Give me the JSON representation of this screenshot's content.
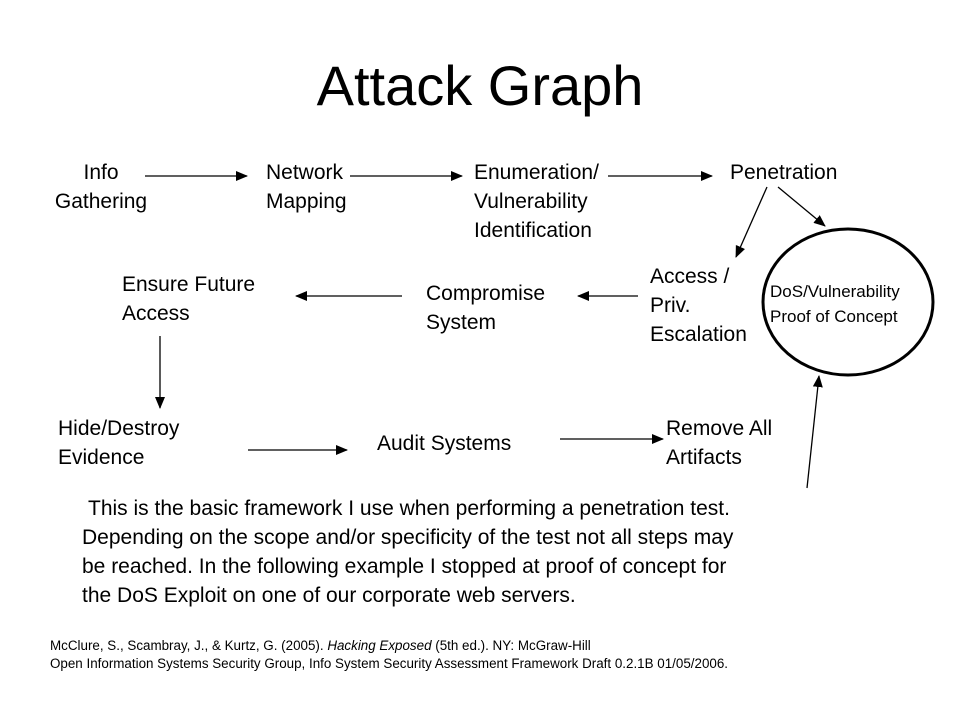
{
  "title": "Attack Graph",
  "nodes": {
    "info_gathering": [
      "Info",
      "Gathering"
    ],
    "network_mapping": [
      "Network",
      "Mapping"
    ],
    "enumeration": [
      "Enumeration/",
      "Vulnerability",
      "Identification"
    ],
    "penetration": [
      "Penetration"
    ],
    "access_escalation": [
      "Access /",
      "Priv.",
      "Escalation"
    ],
    "dos_poc": [
      "DoS/Vulnerability",
      "Proof of Concept"
    ],
    "compromise_system": [
      "Compromise",
      "System"
    ],
    "ensure_access": [
      "Ensure Future",
      "Access"
    ],
    "hide_evidence": [
      "Hide/Destroy",
      "Evidence"
    ],
    "audit_systems": [
      "Audit Systems"
    ],
    "remove_artifacts": [
      "Remove All",
      "Artifacts"
    ]
  },
  "description": [
    "This is the basic framework I use when performing a penetration test.",
    "Depending on the scope and/or specificity of the test not all steps may",
    "be reached. In the following example I stopped at proof of concept for",
    "the DoS Exploit on one of our corporate web servers."
  ],
  "references": {
    "ref1_pre": "McClure, S., Scambray, J., & Kurtz, G. (2005). ",
    "ref1_title": "Hacking Exposed",
    "ref1_post": " (5th ed.). NY: McGraw-Hill",
    "ref2": "Open Information Systems Security Group, Info System Security Assessment Framework Draft 0.2.1B 01/05/2006."
  }
}
